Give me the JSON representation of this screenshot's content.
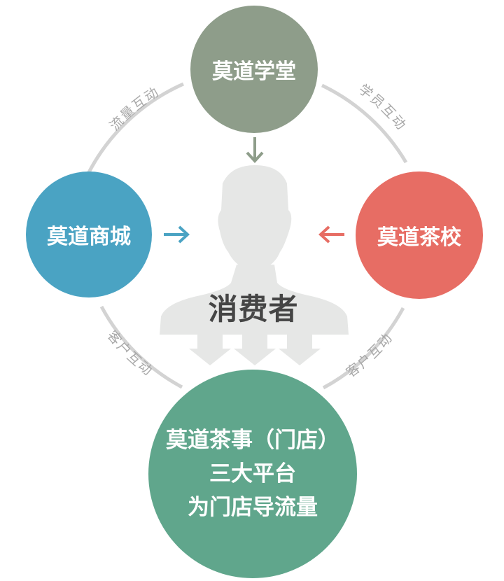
{
  "colors": {
    "top": "#8e9d8a",
    "left": "#4aa3c3",
    "right": "#e76d64",
    "bottom": "#60a68c",
    "consumer": "#e6e7e6",
    "ring": "#d3d3d3",
    "ring_text": "#a8a8a8",
    "consumer_text": "#454545"
  },
  "nodes": {
    "top": "莫道学堂",
    "left": "莫道商城",
    "right": "莫道茶校",
    "bottom": [
      "莫道茶事（门店）",
      "三大平台",
      "为门店导流量"
    ]
  },
  "center": {
    "label": "消费者",
    "icon": "person-silhouette-icon"
  },
  "edges": {
    "top_left": "流量互动",
    "top_right": "学员互动",
    "bottom_left": "客户互动",
    "bottom_right": "客户互动"
  }
}
